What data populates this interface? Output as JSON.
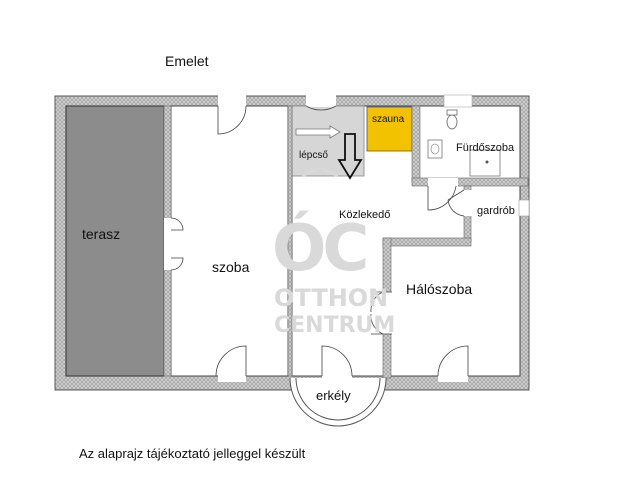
{
  "floor_title": "Emelet",
  "rooms": {
    "terasz": "terasz",
    "szoba": "szoba",
    "lepcso": "lépcső",
    "szauna": "szauna",
    "furdoszoba": "Fürdőszoba",
    "kozlekedo": "Közlekedő",
    "gardrob": "gardrób",
    "haloszoba": "Hálószoba",
    "erkely": "erkély"
  },
  "watermark": {
    "logo_letters": "ÓC",
    "line1": "OTTHON",
    "line2": "CENTRUM"
  },
  "disclaimer": "Az alaprajz tájékoztató jelleggel készült",
  "colors": {
    "wall_fill": "#c8c8c8",
    "terrace": "#8c8c8c",
    "stair": "#d6d6d6",
    "sauna": "#f2c200",
    "watermark": "#d9d9d9"
  }
}
